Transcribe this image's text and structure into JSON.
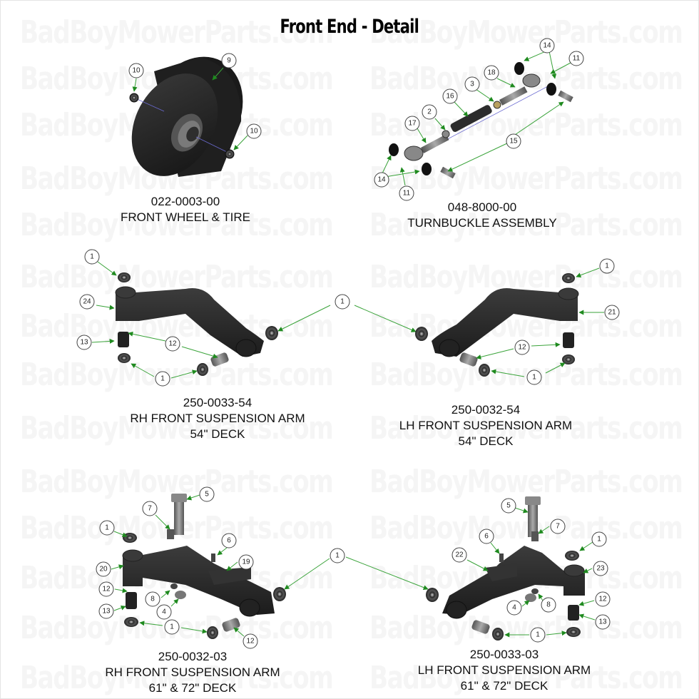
{
  "page": {
    "title": "Front End - Detail",
    "watermark": "BadBoyMowerParts.com",
    "colors": {
      "background": "#ffffff",
      "part_dark": "#2a2a2a",
      "part_mid": "#4a4a4a",
      "part_light": "#8a8a8a",
      "leader_line": "#3aa33a",
      "axis_line": "#6a6ad0",
      "callout_border": "#444444",
      "watermark": "#f5f5f5"
    }
  },
  "assemblies": [
    {
      "id": "front-wheel",
      "part_number": "022-0003-00",
      "name": "FRONT WHEEL & TIRE",
      "deck": "",
      "callouts": [
        "10",
        "9",
        "10"
      ]
    },
    {
      "id": "turnbuckle",
      "part_number": "048-8000-00",
      "name": "TURNBUCKLE ASSEMBLY",
      "deck": "",
      "callouts": [
        "14",
        "11",
        "18",
        "3",
        "16",
        "2",
        "17",
        "15",
        "14",
        "11"
      ]
    },
    {
      "id": "rh-arm-54",
      "part_number": "250-0033-54",
      "name": "RH FRONT SUSPENSION ARM",
      "deck": "54\" DECK",
      "callouts": [
        "1",
        "24",
        "13",
        "12",
        "1",
        "1"
      ]
    },
    {
      "id": "lh-arm-54",
      "part_number": "250-0032-54",
      "name": "LH FRONT SUSPENSION ARM",
      "deck": "54\" DECK",
      "callouts": [
        "1",
        "21",
        "12",
        "1"
      ]
    },
    {
      "id": "rh-arm-61-72",
      "part_number": "250-0032-03",
      "name": "RH FRONT SUSPENSION ARM",
      "deck": "61\" & 72\" DECK",
      "callouts": [
        "5",
        "7",
        "1",
        "6",
        "20",
        "19",
        "12",
        "8",
        "13",
        "4",
        "1",
        "12",
        "1"
      ]
    },
    {
      "id": "lh-arm-61-72",
      "part_number": "250-0033-03",
      "name": "LH FRONT SUSPENSION ARM",
      "deck": "61\" & 72\" DECK",
      "callouts": [
        "5",
        "7",
        "6",
        "1",
        "22",
        "23",
        "4",
        "8",
        "12",
        "13",
        "1"
      ]
    }
  ]
}
